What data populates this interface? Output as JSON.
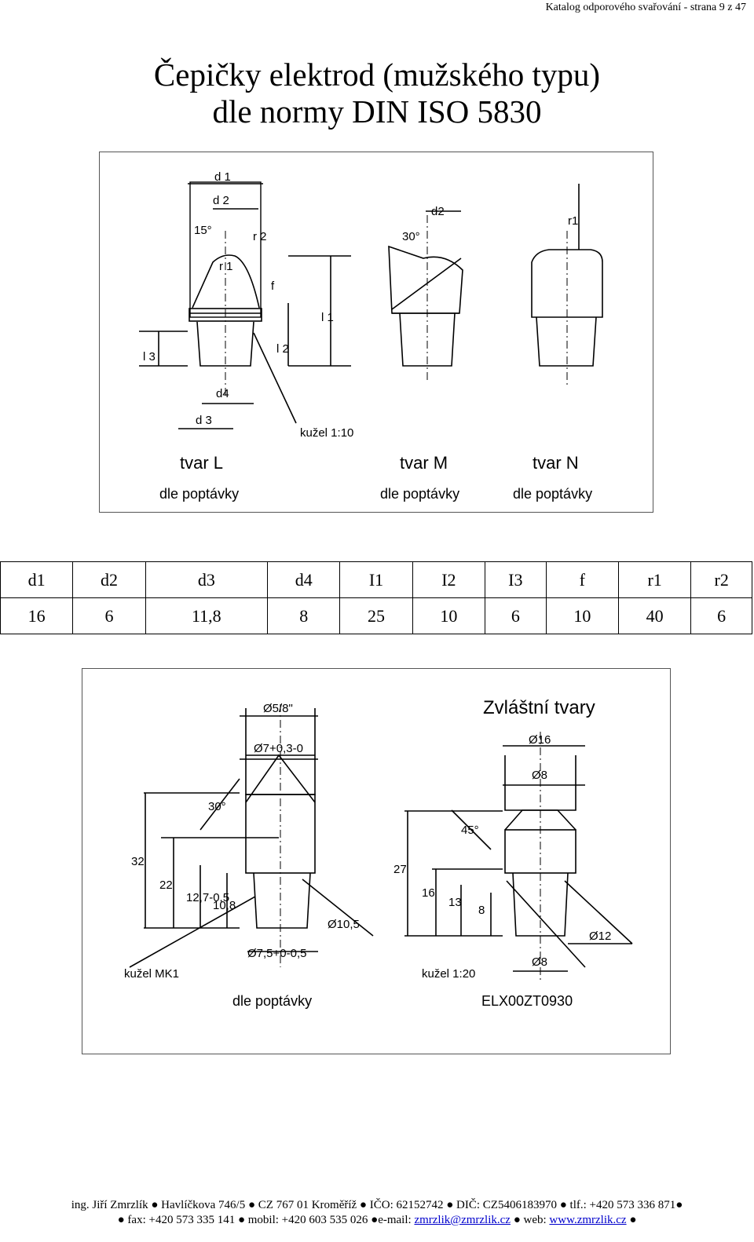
{
  "header": {
    "page_info": "Katalog odporového svařování - strana 9 z 47"
  },
  "title": {
    "line1": "Čepičky elektrod  (mužského typu)",
    "line2": "dle normy DIN ISO 5830"
  },
  "drawing1": {
    "dims": {
      "d1": "d 1",
      "d2": "d 2",
      "d2m": "d2",
      "d3": "d 3",
      "d4": "d4",
      "f": "f",
      "l1": "l 1",
      "l2": "l 2",
      "l3": "l 3",
      "r1": "r 1",
      "r1n": "r1",
      "r2": "r 2",
      "a15": "15°",
      "a30": "30°"
    },
    "taper": "kužel 1:10",
    "shapes": [
      {
        "name": "tvar L",
        "note": "dle poptávky"
      },
      {
        "name": "tvar M",
        "note": "dle poptávky"
      },
      {
        "name": "tvar N",
        "note": "dle poptávky"
      }
    ]
  },
  "table": {
    "headers": [
      "d1",
      "d2",
      "d3",
      "d4",
      "I1",
      "I2",
      "I3",
      "f",
      "r1",
      "r2"
    ],
    "values": [
      "16",
      "6",
      "11,8",
      "8",
      "25",
      "10",
      "6",
      "10",
      "40",
      "6"
    ]
  },
  "drawing2": {
    "title": "Zvláštní tvary",
    "left": {
      "dia_top": "Ø5/8\"",
      "dia_mid": "Ø7+0,3-0",
      "angle": "30°",
      "h32": "32",
      "h22": "22",
      "h127": "12,7-0,5",
      "h108": "10,8",
      "dia_105": "Ø10,5",
      "dia_bottom": "Ø7,5+0-0,5",
      "taper": "kužel MK1",
      "note": "dle poptávky"
    },
    "right": {
      "dia16": "Ø16",
      "dia8_top": "Ø8",
      "angle": "45°",
      "h27": "27",
      "h16": "16",
      "h13": "13",
      "h8": "8",
      "dia12": "Ø12",
      "dia8_bottom": "Ø8",
      "taper": "kužel 1:20",
      "code": "ELX00ZT0930"
    }
  },
  "footer": {
    "line1": "ing. Jiří Zmrzlík ● Havlíčkova 746/5 ● CZ 767 01 Kroměříž ● IČO: 62152742 ● DIČ: CZ5406183970 ● tlf.: +420 573 336 871●",
    "line2_prefix": "● fax: +420 573 335 141 ● mobil: +420 603 535 026 ●e-mail: ",
    "email": "zmrzlik@zmrzlik.cz",
    "web_prefix": " ● web: ",
    "web": "www.zmrzlik.cz",
    "line2_suffix": " ●"
  }
}
